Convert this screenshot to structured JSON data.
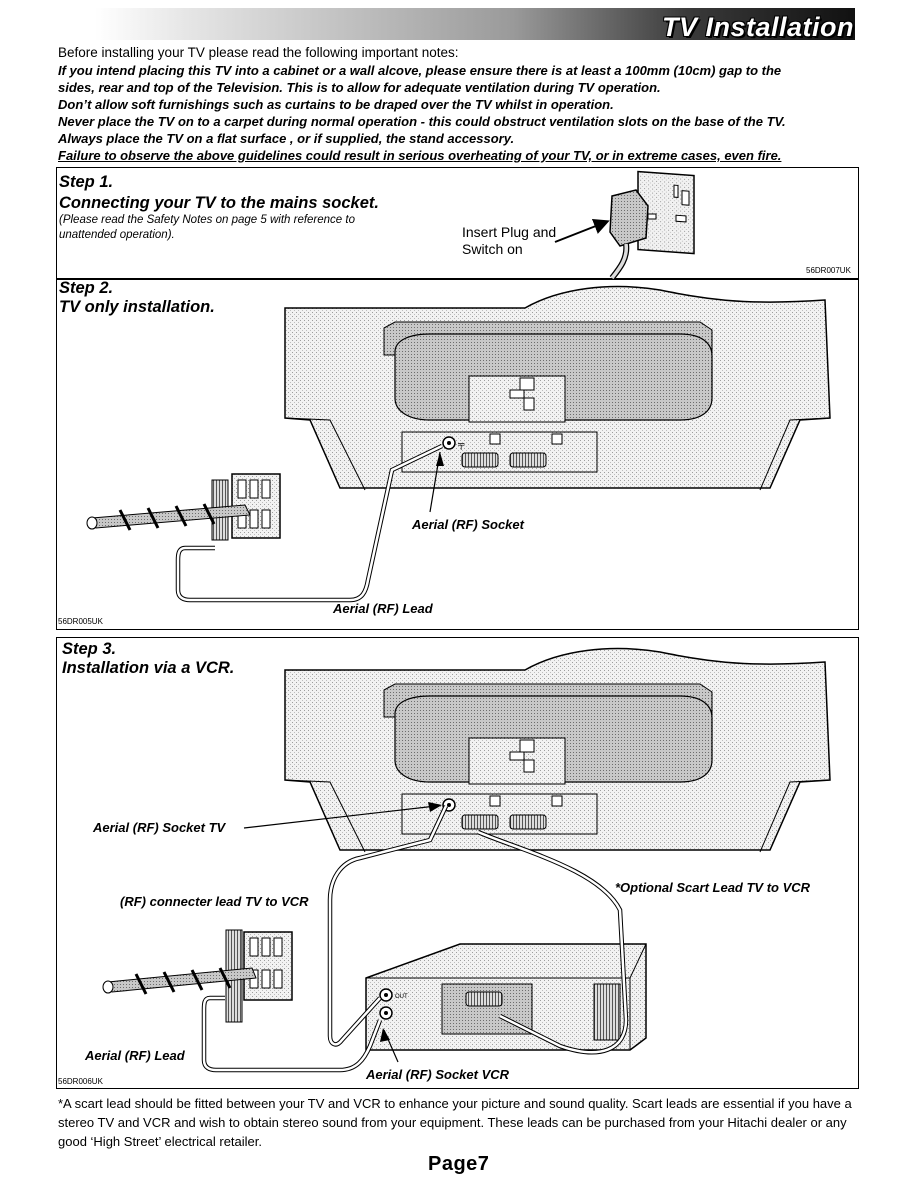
{
  "header": {
    "title": "TV Installation"
  },
  "intro": "Before installing your TV please read the following important notes:",
  "warnings": [
    "If you intend placing this TV into a cabinet or a wall alcove, please ensure there is at least a 100mm (10cm) gap to the",
    "sides, rear and top of the Television. This is to allow for adequate ventilation during TV operation.",
    "Don’t allow soft furnishings such as curtains to be draped over the TV whilst in operation.",
    "Never place the TV on to a carpet during normal operation - this could obstruct ventilation slots on the base of the TV.",
    "Always place the TV on a flat surface , or if supplied, the stand accessory.",
    "Failure to observe the above guidelines could result in serious overheating of your TV, or in extreme cases, even fire."
  ],
  "step1": {
    "step": "Step 1.",
    "title": "Connecting your TV to the mains socket.",
    "note_line1": "(Please read the Safety Notes on page 5 with reference to",
    "note_line2": "unattended operation).",
    "callout_line1": "Insert Plug and",
    "callout_line2": "Switch on",
    "code": "56DR007UK"
  },
  "step2": {
    "step": "Step 2.",
    "title": "TV only installation.",
    "socket_label": "Aerial (RF) Socket",
    "lead_label": "Aerial (RF) Lead",
    "code": "56DR005UK"
  },
  "step3": {
    "step": "Step 3.",
    "title": "Installation via a VCR.",
    "socket_tv_label": "Aerial (RF) Socket TV",
    "connector_label": "(RF) connecter lead TV to VCR",
    "scart_label": "*Optional Scart Lead TV to VCR",
    "lead_label": "Aerial (RF) Lead",
    "socket_vcr_label": "Aerial (RF) Socket VCR",
    "vcr_out": "OUT",
    "code": "56DR006UK"
  },
  "footnote": "*A scart lead should be fitted between your TV and VCR to enhance your picture and sound quality. Scart leads are essential if you have a stereo TV and VCR and wish to obtain stereo sound from your equipment. These leads can be purchased from your Hitachi dealer or any good ‘High Street’ electrical retailer.",
  "page": "Page7"
}
